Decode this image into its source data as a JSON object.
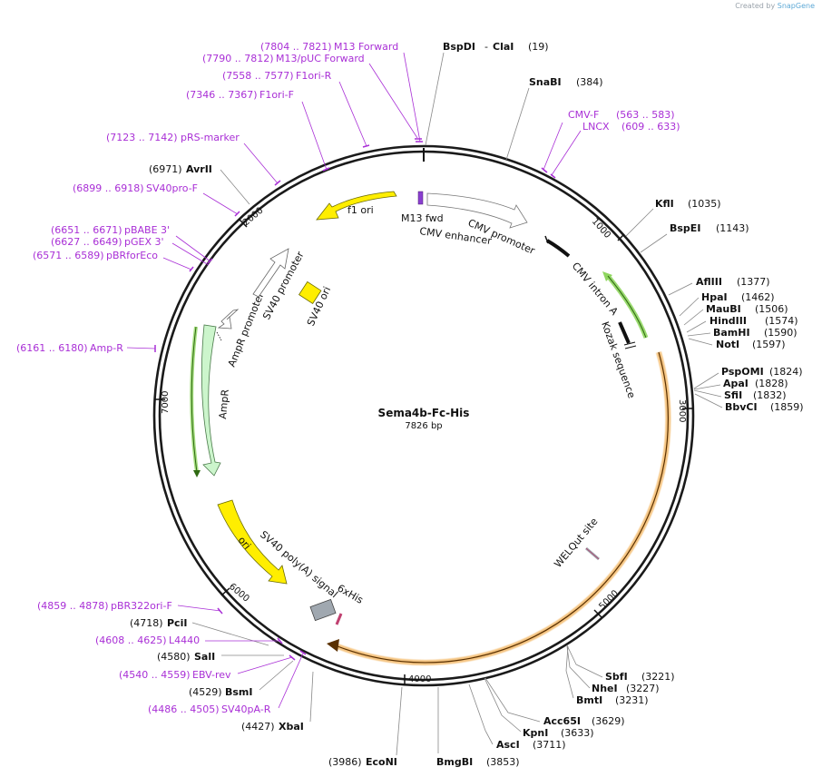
{
  "branding": {
    "created_by": "Created by",
    "app": "SnapGene"
  },
  "plasmid": {
    "name": "Sema4b-Fc-His",
    "size_label": "7826 bp"
  },
  "ticks": [
    "1000",
    "2000",
    "3000",
    "4000",
    "5000",
    "6000",
    "7000"
  ],
  "features": {
    "f1ori": "f1 ori",
    "m13fwd": "M13 fwd",
    "cmv_enhancer": "CMV enhancer",
    "cmv_promoter": "CMV promoter",
    "cmv_intron": "CMV intron A",
    "kozak": "Kozak sequence",
    "welqut": "WELQut site",
    "his6": "6xHis",
    "sv40_polya": "SV40 poly(A) signal",
    "ori": "ori",
    "ampr": "AmpR",
    "ampr_promoter": "AmpR promoter",
    "sv40_promoter": "SV40 promoter",
    "sv40_ori": "SV40 ori"
  },
  "sites": {
    "bspdi": {
      "name": "BspDI",
      "extra": "ClaI",
      "pos": "(19)"
    },
    "snabi": {
      "name": "SnaBI",
      "pos": "(384)"
    },
    "kfli": {
      "name": "KflI",
      "pos": "(1035)"
    },
    "bspei": {
      "name": "BspEI",
      "pos": "(1143)"
    },
    "aflii": {
      "name": "AflIII",
      "pos": "(1377)"
    },
    "hpai": {
      "name": "HpaI",
      "pos": "(1462)"
    },
    "maubi": {
      "name": "MauBI",
      "pos": "(1506)"
    },
    "hindiii": {
      "name": "HindIII",
      "pos": "(1574)"
    },
    "bamhi": {
      "name": "BamHI",
      "pos": "(1590)"
    },
    "noti": {
      "name": "NotI",
      "pos": "(1597)"
    },
    "pspomi": {
      "name": "PspOMI",
      "pos": "(1824)"
    },
    "apai": {
      "name": "ApaI",
      "pos": "(1828)"
    },
    "sfii": {
      "name": "SfiI",
      "pos": "(1832)"
    },
    "bbvci": {
      "name": "BbvCI",
      "pos": "(1859)"
    },
    "sbfi": {
      "name": "SbfI",
      "pos": "(3221)"
    },
    "nhei": {
      "name": "NheI",
      "pos": "(3227)"
    },
    "bmti": {
      "name": "BmtI",
      "pos": "(3231)"
    },
    "acc65i": {
      "name": "Acc65I",
      "pos": "(3629)"
    },
    "kpni": {
      "name": "KpnI",
      "pos": "(3633)"
    },
    "asci": {
      "name": "AscI",
      "pos": "(3711)"
    },
    "bmgbi": {
      "name": "BmgBI",
      "pos": "(3853)"
    },
    "econi": {
      "name": "EcoNI",
      "pos": "(3986)"
    },
    "xbai": {
      "name": "XbaI",
      "pos": "(4427)"
    },
    "bsmi": {
      "name": "BsmI",
      "pos": "(4529)"
    },
    "sali": {
      "name": "SalI",
      "pos": "(4580)"
    },
    "pcii": {
      "name": "PciI",
      "pos": "(4718)"
    },
    "avrii": {
      "name": "AvrII",
      "pos": "(6971)"
    }
  },
  "primers": {
    "m13forward": {
      "range": "(7804 .. 7821)",
      "name": "M13 Forward"
    },
    "m13puc": {
      "range": "(7790 .. 7812)",
      "name": "M13/pUC Forward"
    },
    "f1orir": {
      "range": "(7558 .. 7577)",
      "name": "F1ori-R"
    },
    "f1orif": {
      "range": "(7346 .. 7367)",
      "name": "F1ori-F"
    },
    "rsmarker": {
      "range": "(7123 .. 7142)",
      "name": "pRS-marker"
    },
    "sv40prof": {
      "range": "(6899 .. 6918)",
      "name": "SV40pro-F"
    },
    "pbabe3": {
      "range": "(6651 .. 6671)",
      "name": "pBABE 3'"
    },
    "pgex3": {
      "range": "(6627 .. 6649)",
      "name": "pGEX 3'"
    },
    "pbrforeco": {
      "range": "(6571 .. 6589)",
      "name": "pBRforEco"
    },
    "ampr": {
      "range": "(6161 .. 6180)",
      "name": "Amp-R"
    },
    "cmvf": {
      "name": "CMV-F",
      "range": "(563 .. 583)"
    },
    "lncx": {
      "name": "LNCX",
      "range": "(609 .. 633)"
    },
    "pbr322orif": {
      "range": "(4859 .. 4878)",
      "name": "pBR322ori-F"
    },
    "l4440": {
      "range": "(4608 .. 4625)",
      "name": "L4440"
    },
    "ebvrev": {
      "range": "(4540 .. 4559)",
      "name": "EBV-rev"
    },
    "sv40par": {
      "range": "(4486 .. 4505)",
      "name": "SV40pA-R"
    }
  },
  "colors": {
    "backbone": "#1a1a1a",
    "primer": "#a92fd6",
    "feature_yellow": "#ffee00",
    "ampr_green": "#ccf5cc",
    "orf_orange": "#f2b25a",
    "orf_green": "#8fd65f",
    "tag_gray": "#a0a8b0"
  }
}
